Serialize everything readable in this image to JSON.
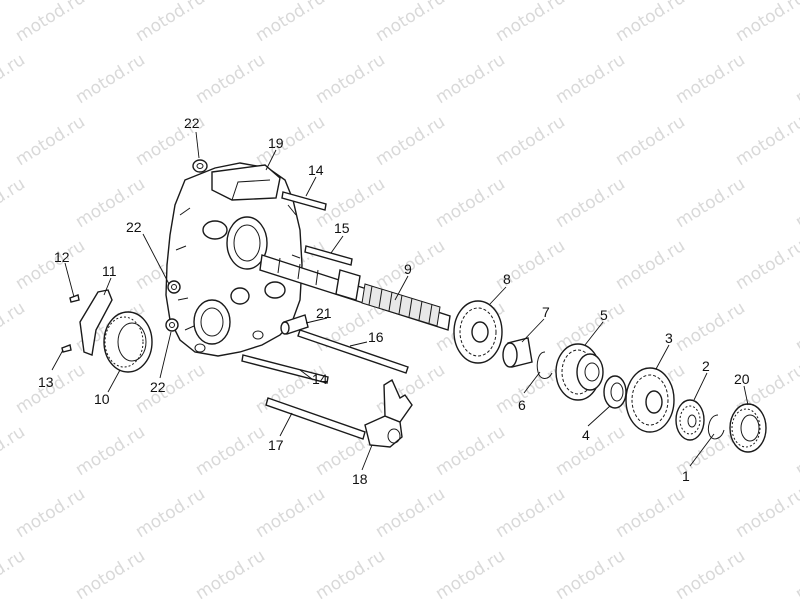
{
  "watermark": "motod.ru",
  "callouts": [
    {
      "id": "c1",
      "label": "1"
    },
    {
      "id": "c2",
      "label": "2"
    },
    {
      "id": "c3",
      "label": "3"
    },
    {
      "id": "c4",
      "label": "4"
    },
    {
      "id": "c5",
      "label": "5"
    },
    {
      "id": "c6",
      "label": "6"
    },
    {
      "id": "c7",
      "label": "7"
    },
    {
      "id": "c8",
      "label": "8"
    },
    {
      "id": "c9",
      "label": "9"
    },
    {
      "id": "c10",
      "label": "10"
    },
    {
      "id": "c11",
      "label": "11"
    },
    {
      "id": "c12",
      "label": "12"
    },
    {
      "id": "c13",
      "label": "13"
    },
    {
      "id": "c14a",
      "label": "14"
    },
    {
      "id": "c14b",
      "label": "14"
    },
    {
      "id": "c15",
      "label": "15"
    },
    {
      "id": "c16",
      "label": "16"
    },
    {
      "id": "c17",
      "label": "17"
    },
    {
      "id": "c18",
      "label": "18"
    },
    {
      "id": "c19",
      "label": "19"
    },
    {
      "id": "c20",
      "label": "20"
    },
    {
      "id": "c21",
      "label": "21"
    },
    {
      "id": "c22a",
      "label": "22"
    },
    {
      "id": "c22b",
      "label": "22"
    },
    {
      "id": "c22c",
      "label": "22"
    }
  ]
}
